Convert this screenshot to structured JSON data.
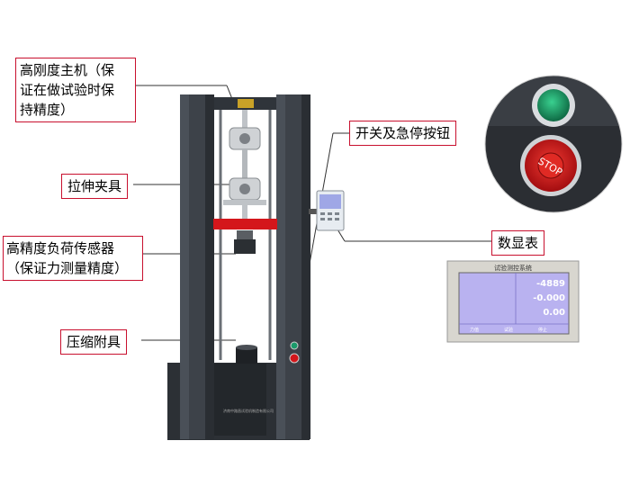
{
  "callouts": {
    "main_frame": "高刚度主机（保证在做试验时保持精度）",
    "main_frame_lines": [
      "高刚度主机（保",
      "证在做试验时保",
      "持精度）"
    ],
    "switch": "开关及急停按钮",
    "grips": "拉伸夹具",
    "display": "数显表",
    "load_cell_lines": [
      "高精度负荷传感器",
      "（保证力测量精度）"
    ],
    "compression": "压缩附具"
  },
  "stop_button_text": "STOP",
  "lcd": {
    "title": "试验测控系统",
    "readings": [
      "-4889",
      "-0.000",
      "0.00"
    ],
    "footer": [
      "力值",
      "试验",
      "停止"
    ]
  },
  "machine_plate_text": "济南中路昌试验机制造有限公司",
  "colors": {
    "frame": "#3a3f45",
    "crosshead_red": "#d4161b",
    "callout_border": "#c8102e",
    "lcd_screen": "#b9b2f0"
  }
}
